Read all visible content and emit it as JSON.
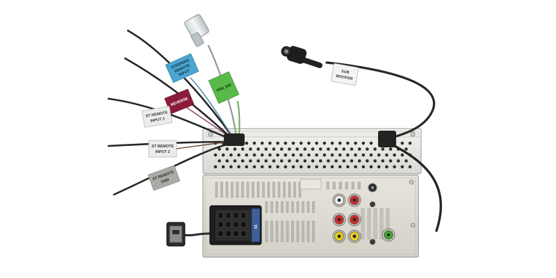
{
  "labels": {
    "steering": [
      "STEERING",
      "REMOTE",
      "INPUT"
    ],
    "park": [
      "PRK SW"
    ],
    "reverse": [
      "REVERSE"
    ],
    "remote1": [
      "ST REMOTE",
      "INPUT 1"
    ],
    "remote2": [
      "ST REMOTE",
      "INPUT 2"
    ],
    "remoteGnd": [
      "ST REMOTE",
      "GND"
    ],
    "sub": [
      "SUB",
      "WOOFER"
    ],
    "harness": "15"
  },
  "colors": {
    "steering_tag": "#4ba6d0",
    "park_tag": "#59b949",
    "reverse_tag": "#8c1b3b",
    "remote_tag": "#ececec",
    "remote_gnd_tag": "#a9aba4",
    "sub_tag": "#f4f4f4",
    "chassis": "#e3e3df",
    "rear_panel": "#dedcd3",
    "wire": "#2a2a2a",
    "rca_red": "#d12b2b",
    "rca_yellow": "#e6d21c",
    "rca_white": "#f2f2f2",
    "mic_green": "#49a53a"
  }
}
